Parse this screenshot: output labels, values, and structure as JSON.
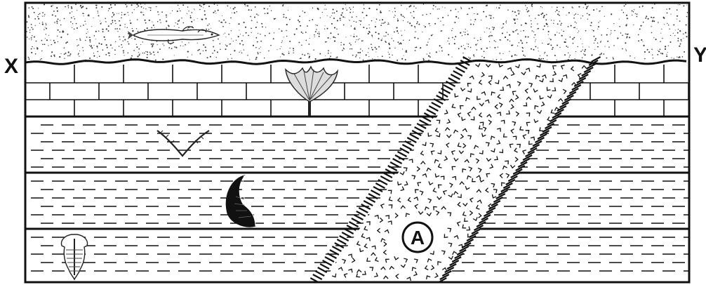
{
  "labels": {
    "left_end": "X",
    "right_end": "Y",
    "intrusion": "A"
  },
  "fossils": [
    "fish-icon",
    "crinoid-icon",
    "brachiopod-icon",
    "horn-coral-icon",
    "trilobite-icon"
  ],
  "colors": {
    "ink": "#111111",
    "background": "#ffffff"
  }
}
